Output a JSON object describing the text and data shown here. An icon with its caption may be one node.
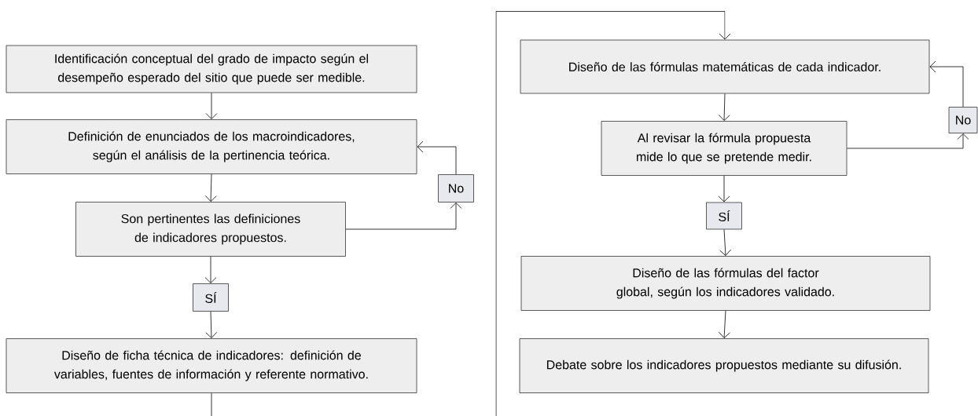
{
  "diagram": {
    "nodes": [
      {
        "text": [
          "Identificación conceptual del grado de impacto según el desempeño esperado del sitio que puede ser medible."
        ]
      },
      {
        "text": [
          "Definición de enunciados de los macroindicadores, según el análisis de la pertinencia teórica."
        ]
      },
      {
        "text": [
          "Son pertinentes las definiciones de indicadores propuestos."
        ]
      },
      {
        "text": [
          "No"
        ]
      },
      {
        "text": [
          "SÍ"
        ]
      },
      {
        "text": [
          "Diseño de ficha técnica de indicadores: definición de variables, fuentes de información y referente normativo."
        ]
      },
      {
        "text": [
          "Diseño de las fórmulas matemáticas de cada indicador."
        ]
      },
      {
        "text": [
          "Al revisar la fórmula propuesta mide lo que se pretende medir."
        ]
      },
      {
        "text": [
          "No"
        ]
      },
      {
        "text": [
          "SÍ"
        ]
      },
      {
        "text": [
          "Diseño de las fórmulas del factor global, según los indicadores validado."
        ]
      },
      {
        "text": [
          "Debate sobre los indicadores propuestos mediante su difusión."
        ]
      }
    ],
    "edges": [
      {
        "from": 0,
        "to": 1,
        "arrow": "to"
      },
      {
        "from": 1,
        "to": 2,
        "arrow": "to"
      },
      {
        "from": 2,
        "to": 3,
        "arrow": "to"
      },
      {
        "from": 3,
        "to": 1,
        "arrow": "to"
      },
      {
        "from": 2,
        "to": 4,
        "arrow": "to"
      },
      {
        "from": 4,
        "to": 5,
        "arrow": "to"
      },
      {
        "from": 5,
        "to": null,
        "arrow": "none"
      },
      {
        "from": null,
        "to": 6,
        "arrow": "to"
      },
      {
        "from": 6,
        "to": 7,
        "arrow": "to"
      },
      {
        "from": 7,
        "to": 8,
        "arrow": "to"
      },
      {
        "from": 8,
        "to": 6,
        "arrow": "to"
      },
      {
        "from": 7,
        "to": 9,
        "arrow": "to"
      },
      {
        "from": 9,
        "to": 10,
        "arrow": "to"
      },
      {
        "from": 10,
        "to": 11,
        "arrow": "to"
      }
    ]
  }
}
